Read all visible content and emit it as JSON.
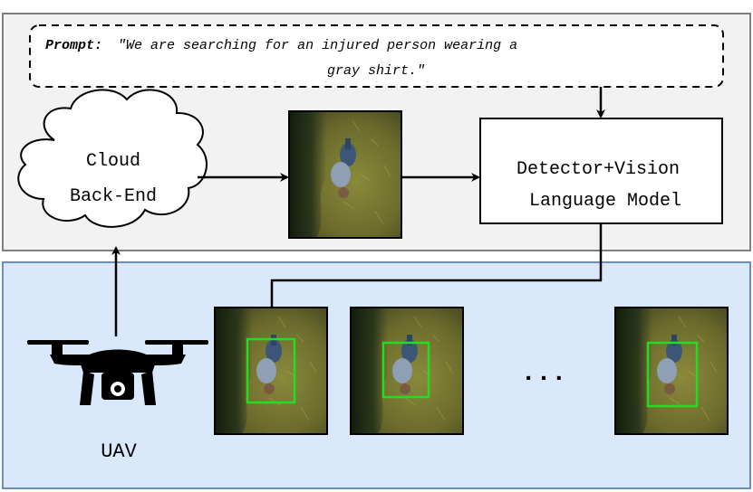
{
  "prompt": {
    "label": "Prompt:",
    "text_line1": "\"We are searching for an injured person wearing a",
    "text_line2": "gray shirt.\""
  },
  "cloud": {
    "line1": "Cloud",
    "line2": "Back-End"
  },
  "model": {
    "line1": "Detector+Vision",
    "line2": "Language Model"
  },
  "uav": {
    "label": "UAV"
  },
  "ellipsis": "...",
  "colors": {
    "top_panel_fill": "#f2f2f2",
    "top_panel_stroke": "#7f7f7f",
    "bottom_panel_fill": "#dae8fc",
    "bottom_panel_stroke": "#6c8ebf",
    "detection_box": "#22dd22",
    "grass": "#6b6a2c",
    "shadow": "#1f2a12",
    "person_shirt": "#8f9fb5",
    "person_jeans": "#3d5577"
  },
  "icons": [
    "cloud-icon",
    "drone-icon",
    "arrow-icon",
    "aerial-image"
  ]
}
